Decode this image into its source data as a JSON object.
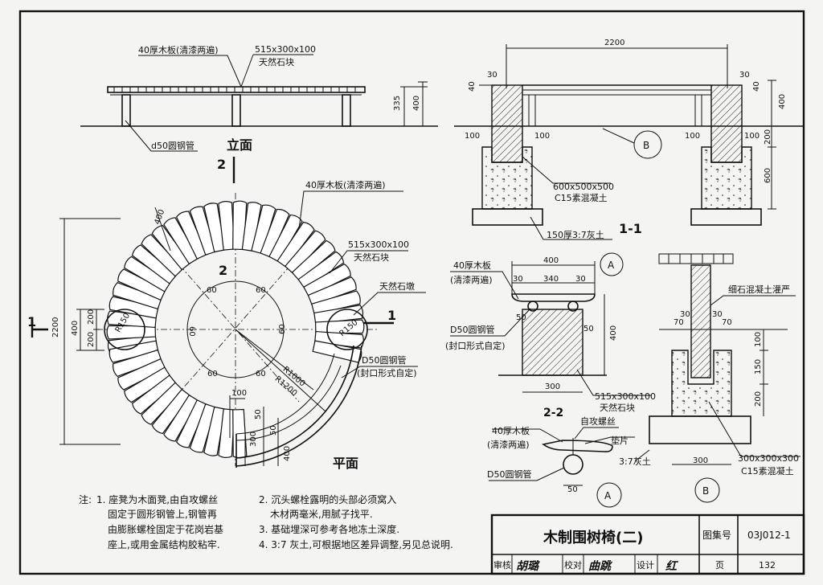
{
  "elevation": {
    "label_board": "40厚木板(清漆两遍)",
    "label_stone_size": "515x300x100",
    "label_stone": "天然石块",
    "label_pipe": "d50圆钢管",
    "dim_335": "335",
    "dim_400": "400",
    "title": "立面"
  },
  "plan": {
    "cut_2_top": "2",
    "cut_2_mid": "2",
    "cut_1_left": "1",
    "cut_1_right": "1",
    "label_board": "40厚木板(清漆两遍)",
    "label_stone_size": "515x300x100",
    "label_stone": "天然石块",
    "label_pier": "天然石墩",
    "label_pipe": "D50圆钢管",
    "label_pipe_end": "(封口形式自定)",
    "angles": [
      "60",
      "60",
      "60",
      "60",
      "60",
      "60"
    ],
    "r150_left": "R150",
    "r150_right": "R150",
    "r1000": "R1000",
    "r1200": "R1200",
    "dim_2200": "2200",
    "dim_400_left": "400",
    "dim_200_left": "200",
    "dim_200_left2": "200",
    "dim_400_top": "400",
    "dim_100": "100",
    "dim_50": "50",
    "dim_300": "300",
    "dim_50b": "50",
    "dim_400_bottom": "400",
    "title": "平面"
  },
  "section11": {
    "dim_2200": "2200",
    "dim_30_left": "30",
    "dim_40_left": "40",
    "dim_30_right": "30",
    "dim_40_right": "40",
    "dim_400": "400",
    "dim_100_a": "100",
    "dim_100_b": "100",
    "dim_100_c": "100",
    "dim_100_d": "100",
    "dim_200": "200",
    "dim_600": "600",
    "label_block_size": "600x500x500",
    "label_block": "C15素混凝土",
    "label_base": "150厚3:7灰土",
    "callout_b": "B",
    "title": "1-1"
  },
  "section22": {
    "label_board": "40厚木板",
    "label_board2": "(清漆两遍)",
    "dim_400": "400",
    "dim_30_a": "30",
    "dim_340": "340",
    "dim_30_b": "30",
    "dim_50_a": "50",
    "dim_50_b": "50",
    "dim_400_v": "400",
    "label_pipe": "D50圆钢管",
    "label_pipe2": "(封口形式自定)",
    "dim_300": "300",
    "label_stone_size": "515x300x100",
    "label_stone": "天然石块",
    "callout_a": "A",
    "title": "2-2"
  },
  "detailA": {
    "label_board": "40厚木板",
    "label_board2": "(清漆两遍)",
    "label_screw": "自攻螺丝",
    "label_washer": "垫片",
    "label_pipe": "D50圆钢管",
    "dim_50": "50",
    "callout": "A"
  },
  "detailB": {
    "label_fill": "细石混凝土灌严",
    "dim_30_a": "30",
    "dim_30_b": "30",
    "dim_70_a": "70",
    "dim_70_b": "70",
    "dim_100": "100",
    "dim_150": "150",
    "dim_200": "200",
    "label_soil": "3:7灰土",
    "dim_300": "300",
    "label_block_size": "300x300x300",
    "label_block": "C15素混凝土",
    "callout": "B"
  },
  "notes": {
    "prefix": "注:",
    "n1_l1": "1. 座凳为木面凳,由自攻螺丝",
    "n1_l2": "固定于圆形钢管上,钢管再",
    "n1_l3": "由膨胀螺栓固定于花岗岩基",
    "n1_l4": "座上,或用金属结构胶粘牢.",
    "n2_l1": "2. 沉头螺栓露明的头部必须窝入",
    "n2_l2": "木材两毫米,用腻子找平.",
    "n3": "3. 基础埋深可参考各地冻土深度.",
    "n4": "4. 3:7 灰土,可根据地区差异调整,另见总说明."
  },
  "titleblock": {
    "title": "木制围树椅(二)",
    "atlas_label": "图集号",
    "atlas_no": "03J012-1",
    "review": "审核",
    "check": "校对",
    "design": "设计",
    "page_label": "页",
    "page_no": "132",
    "sign_review": "胡璐",
    "sign_check": "曲跳",
    "sign_design": "红"
  }
}
